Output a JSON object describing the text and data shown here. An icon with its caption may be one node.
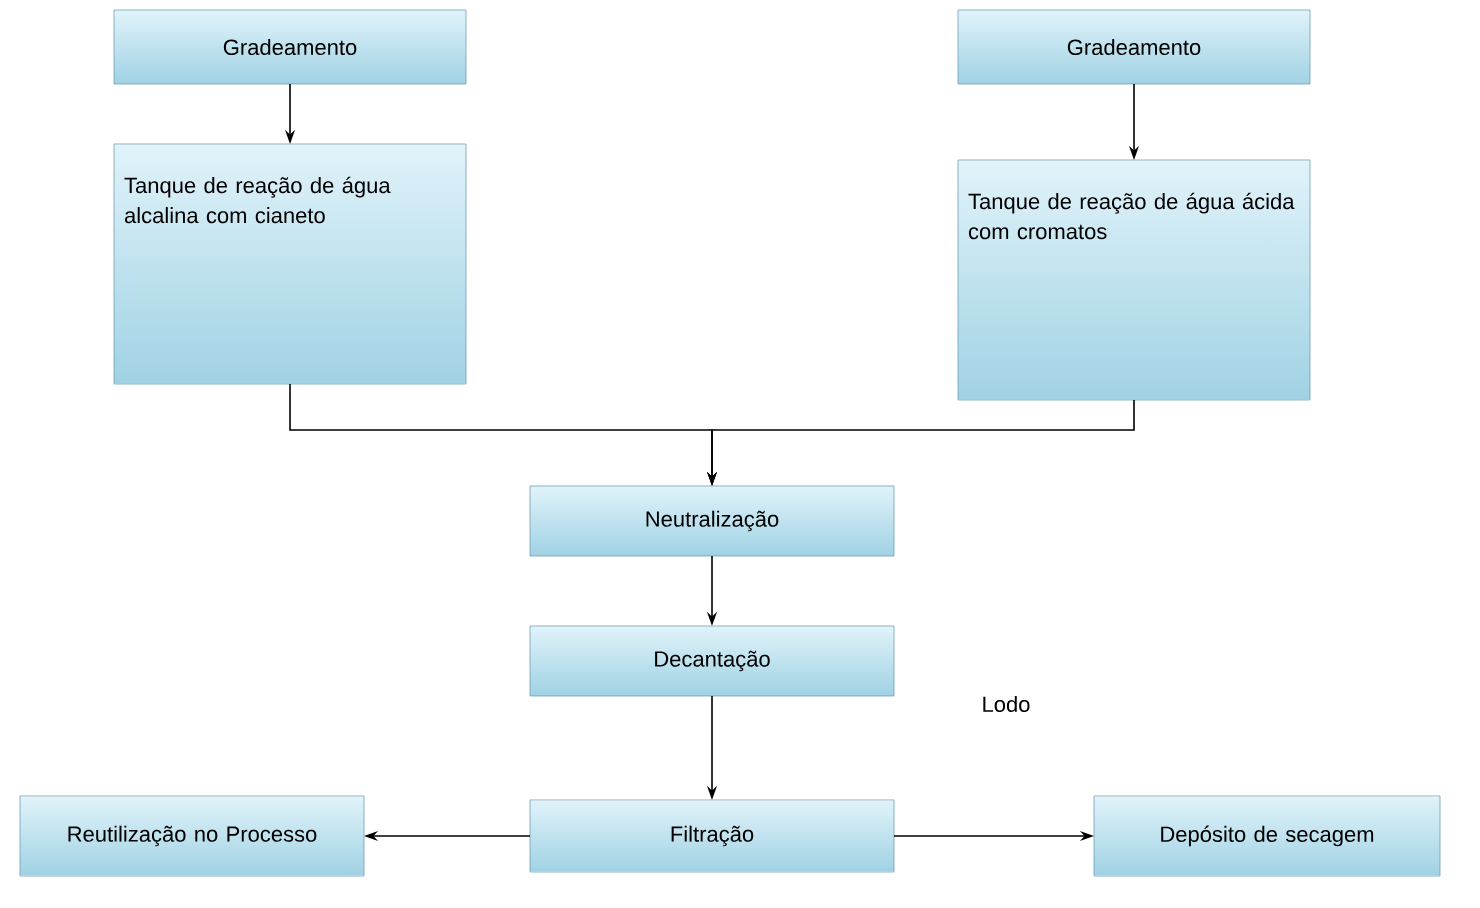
{
  "diagram": {
    "nodes": [
      {
        "text": [
          "Gradeamento"
        ]
      },
      {
        "text": [
          "Gradeamento"
        ]
      },
      {
        "text": [
          "Tanque de reação de água alcalina com cianeto"
        ]
      },
      {
        "text": [
          "Tanque de reação de água ácida com cromatos"
        ]
      },
      {
        "text": [
          "Neutralização"
        ]
      },
      {
        "text": [
          "Decantação"
        ]
      },
      {
        "text": [
          "Filtração"
        ]
      },
      {
        "text": [
          "Reutilização no Processo"
        ]
      },
      {
        "text": [
          "Depósito de secagem"
        ]
      }
    ],
    "edges": [
      {
        "from": 0,
        "to": 2,
        "arrow": "to"
      },
      {
        "from": 1,
        "to": 3,
        "arrow": "to"
      },
      {
        "from": 2,
        "to": 4,
        "arrow": "to"
      },
      {
        "from": 3,
        "to": 4,
        "arrow": "to"
      },
      {
        "from": 4,
        "to": 5,
        "arrow": "to"
      },
      {
        "from": 5,
        "to": 6,
        "arrow": "to"
      },
      {
        "from": 6,
        "to": 7,
        "arrow": "to"
      },
      {
        "from": 6,
        "to": 8,
        "arrow": "to"
      }
    ],
    "labels": [
      "Lodo"
    ]
  }
}
